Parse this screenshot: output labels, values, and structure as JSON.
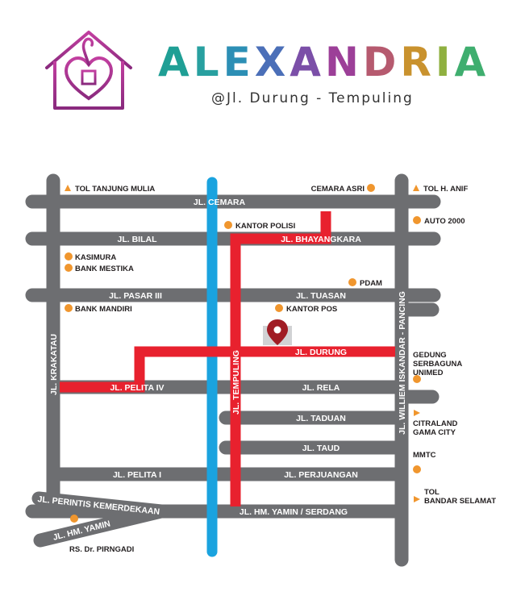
{
  "brand": {
    "title": "ALEXANDRIA",
    "subtitle": "@Jl. Durung - Tempuling",
    "title_colors": [
      "#1f9f95",
      "#28a0a0",
      "#2c8fb5",
      "#4b6fb8",
      "#7b4fa8",
      "#9c3f98",
      "#b65a6f",
      "#c9922e",
      "#8fb040",
      "#3fae6f"
    ]
  },
  "colors": {
    "road": "#6d6e71",
    "river": "#1aa3df",
    "route": "#e8212e",
    "poi": "#f0962e",
    "pin": "#a01c24"
  },
  "roads": {
    "cemara": "JL. CEMARA",
    "bilal": "JL. BILAL",
    "bhayangkara": "JL. BHAYANGKARA",
    "pasar3": "JL. PASAR III",
    "tuasan": "JL. TUASAN",
    "durung": "JL. DURUNG",
    "pelita4": "JL. PELITA IV",
    "rela": "JL. RELA",
    "taduan": "JL. TADUAN",
    "taud": "JL. TAUD",
    "pelita1": "JL. PELITA I",
    "perjuangan": "JL. PERJUANGAN",
    "perintis": "JL. PERINTIS KEMERDEKAAN",
    "hmyamin_serdang": "JL. HM. YAMIN / SERDANG",
    "hmyamin": "JL. HM. YAMIN",
    "krakatau": "JL. KRAKATAU",
    "tempuling": "JL. TEMPULING",
    "william": "JL. WILLIEM ISKANDAR - PANCING"
  },
  "pois": {
    "tol_tanjung_mulia": "TOL TANJUNG MULIA",
    "cemara_asri": "CEMARA ASRI",
    "tol_h_anif": "TOL H. ANIF",
    "kantor_polisi": "KANTOR POLISI",
    "auto_2000": "AUTO 2000",
    "kasimura": "KASIMURA",
    "bank_mestika": "BANK MESTIKA",
    "pdam": "PDAM",
    "bank_mandiri": "BANK MANDIRI",
    "kantor_pos": "KANTOR POS",
    "gedung": [
      "GEDUNG",
      "SERBAGUNA",
      "UNIMED"
    ],
    "citraland": [
      "CITRALAND",
      "GAMA CITY"
    ],
    "mmtc": "MMTC",
    "tol_bandar": [
      "TOL",
      "BANDAR SELAMAT"
    ],
    "rs_pirngadi": "RS. Dr. PIRNGADI"
  }
}
